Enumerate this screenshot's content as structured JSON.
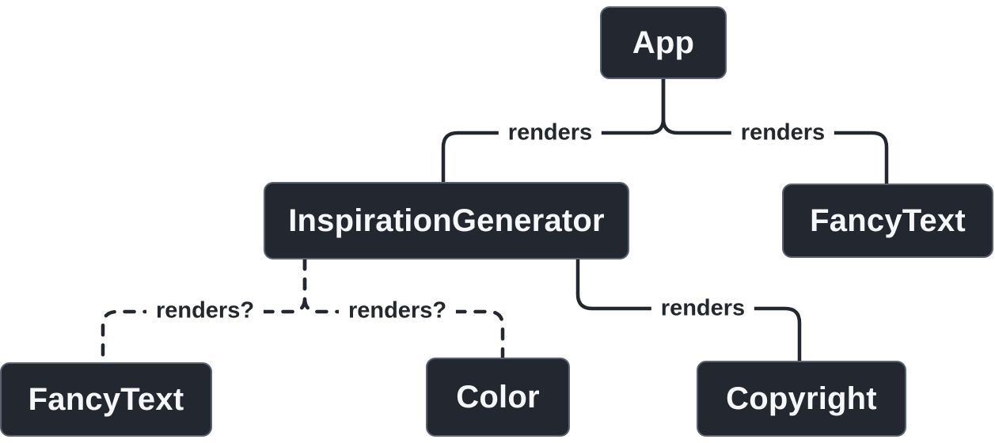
{
  "diagram": {
    "type": "component-render-tree",
    "colors": {
      "background": "#FFFFFF",
      "node_fill": "#23272F",
      "node_border": "#5A6272",
      "node_text": "#F6F7F9",
      "edge": "#23272F",
      "edge_label_text": "#23272F"
    },
    "nodes": [
      {
        "id": "app",
        "label": "App"
      },
      {
        "id": "inspiration-generator",
        "label": "InspirationGenerator"
      },
      {
        "id": "fancy-text-top-right",
        "label": "FancyText"
      },
      {
        "id": "fancy-text-bottom-left",
        "label": "FancyText"
      },
      {
        "id": "color",
        "label": "Color"
      },
      {
        "id": "copyright",
        "label": "Copyright"
      }
    ],
    "edges": [
      {
        "from": "app",
        "to": "inspiration-generator",
        "label": "renders",
        "style": "solid"
      },
      {
        "from": "app",
        "to": "fancy-text-top-right",
        "label": "renders",
        "style": "solid"
      },
      {
        "from": "inspiration-generator",
        "to": "fancy-text-bottom-left",
        "label": "renders?",
        "style": "dashed"
      },
      {
        "from": "inspiration-generator",
        "to": "color",
        "label": "renders?",
        "style": "dashed"
      },
      {
        "from": "inspiration-generator",
        "to": "copyright",
        "label": "renders",
        "style": "solid"
      }
    ]
  }
}
